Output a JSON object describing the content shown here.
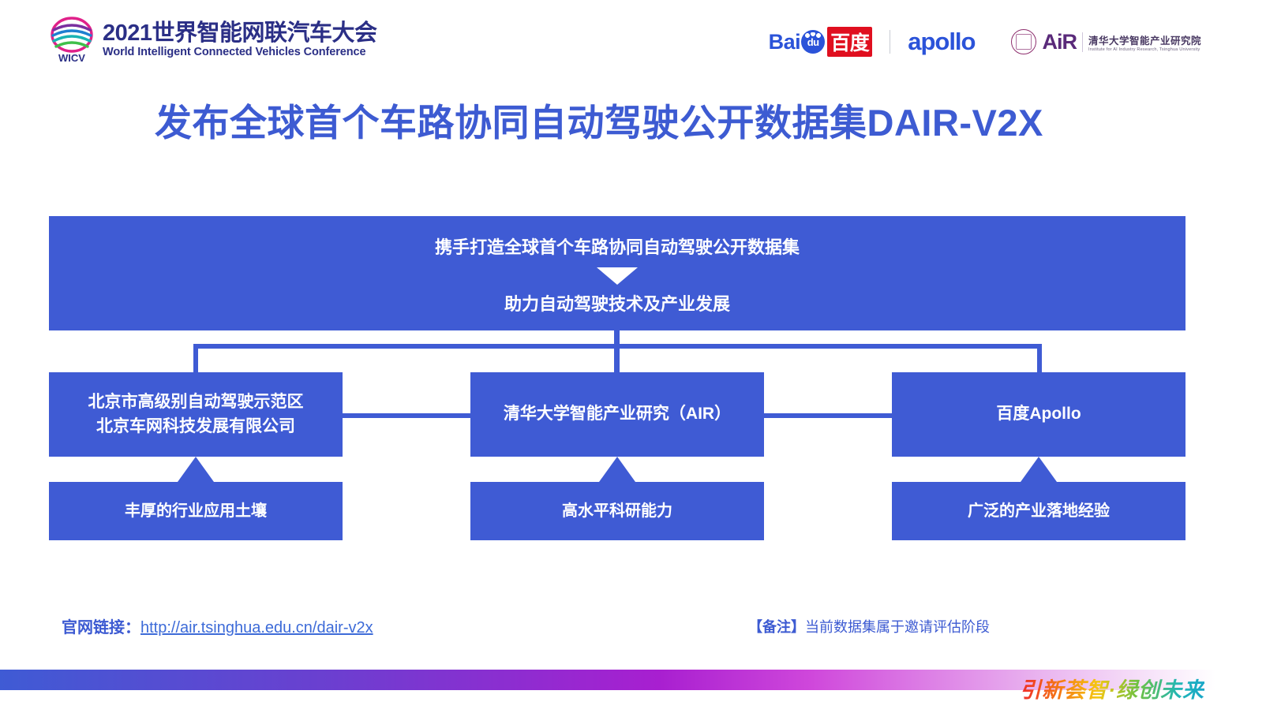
{
  "header": {
    "wicv": {
      "icon": "wicv-wave-icon",
      "mark_label": "WICV",
      "title_cn": "2021世界智能网联汽车大会",
      "title_en": "World Intelligent Connected Vehicles Conference"
    },
    "partners": {
      "baidu": {
        "latin": "Bai",
        "paw": "du",
        "cn": "百度"
      },
      "apollo": "apollo",
      "air": {
        "seal_icon": "tsinghua-seal-icon",
        "word": "AiR",
        "cn": "清华大学智能产业研究院",
        "en": "Institute for AI Industry Research, Tsinghua University"
      }
    }
  },
  "title": "发布全球首个车路协同自动驾驶公开数据集DAIR-V2X",
  "diagram": {
    "banner": {
      "line1": "携手打造全球首个车路协同自动驾驶公开数据集",
      "arrow_icon": "down-triangle-icon",
      "line2": "助力自动驾驶技术及产业发展"
    },
    "partners_row": [
      "北京市高级别自动驾驶示范区\n北京车网科技发展有限公司",
      "清华大学智能产业研究（AIR）",
      "百度Apollo"
    ],
    "partners_row_lines": {
      "p1_l1": "北京市高级别自动驾驶示范区",
      "p1_l2": "北京车网科技发展有限公司",
      "p2": "清华大学智能产业研究（AIR）",
      "p3": "百度Apollo"
    },
    "strengths_row": [
      "丰厚的行业应用土壤",
      "高水平科研能力",
      "广泛的产业落地经验"
    ]
  },
  "footer": {
    "link_label": "官网链接：",
    "link_url": "http://air.tsinghua.edu.cn/dair-v2x",
    "note_tag": "【备注】",
    "note_body": "当前数据集属于邀请评估阶段",
    "slogan": "引新荟智·绿创未来"
  },
  "colors": {
    "brand_blue": "#3f5bd4",
    "title_blue": "#3d5bd2",
    "baidu_red": "#e00f1f",
    "wicv_navy": "#2b2f86"
  }
}
